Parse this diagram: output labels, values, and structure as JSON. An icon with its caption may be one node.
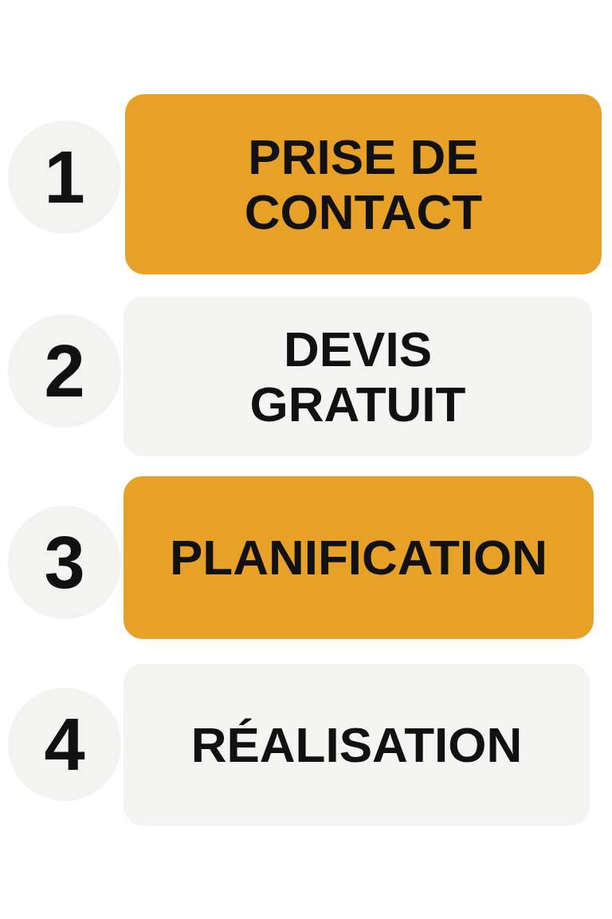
{
  "diagram": {
    "nodes": [
      {
        "text": [
          "1"
        ]
      },
      {
        "text": [
          "PRISE DE CONTACT"
        ]
      },
      {
        "text": [
          "2"
        ]
      },
      {
        "text": [
          "DEVIS GRATUIT"
        ]
      },
      {
        "text": [
          "3"
        ]
      },
      {
        "text": [
          "PLANIFICATION"
        ]
      },
      {
        "text": [
          "4"
        ]
      },
      {
        "text": [
          "RÉALISATION"
        ]
      }
    ]
  }
}
